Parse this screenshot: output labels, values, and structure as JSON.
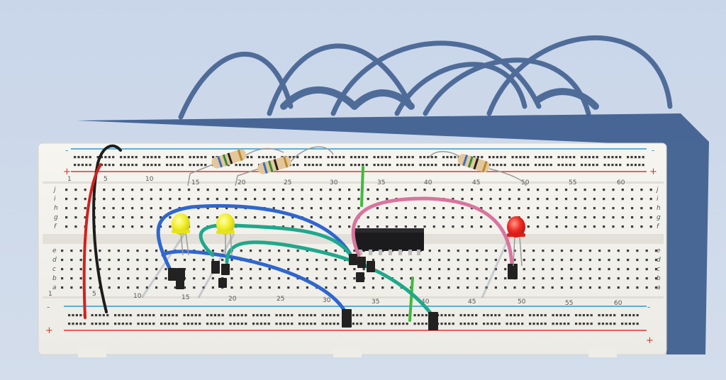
{
  "scene": {
    "description_colors": {
      "background": "#cdd9ea",
      "board": "#f4f2ec",
      "board_shadow": "#3a5a8c",
      "rail_red": "#e0342c",
      "rail_blue": "#2b9ad8",
      "hole": "#3c3c3c",
      "wire_blue": "#2f66d0",
      "wire_teal": "#1fa88c",
      "wire_pink": "#d9749e",
      "wire_green": "#3cbc3c",
      "wire_black": "#1c1c1c",
      "wire_red": "#d4201e",
      "led_yellow": "#f1ef2a",
      "led_red": "#ee2a22",
      "ic_body": "#1b1b1e",
      "resistor": "#e3c79a"
    }
  },
  "breadboard": {
    "top_rail": {
      "minus": "-",
      "plus": "+"
    },
    "bottom_rail": {
      "minus": "-",
      "plus": "+"
    },
    "row_labels_top": [
      "j",
      "i",
      "h",
      "g",
      "f"
    ],
    "row_labels_bottom": [
      "e",
      "d",
      "c",
      "b",
      "a"
    ],
    "column_numbers_top": [
      "1",
      "5",
      "10",
      "15",
      "20",
      "25",
      "30",
      "35",
      "40",
      "45",
      "50",
      "55",
      "60"
    ],
    "column_numbers_bottom": [
      "1",
      "5",
      "10",
      "15",
      "20",
      "25",
      "30",
      "35",
      "40",
      "45",
      "50",
      "55",
      "60"
    ]
  },
  "components": {
    "leds": [
      "yellow",
      "yellow",
      "red"
    ],
    "resistor_count": 3,
    "ic": "dip-14"
  }
}
